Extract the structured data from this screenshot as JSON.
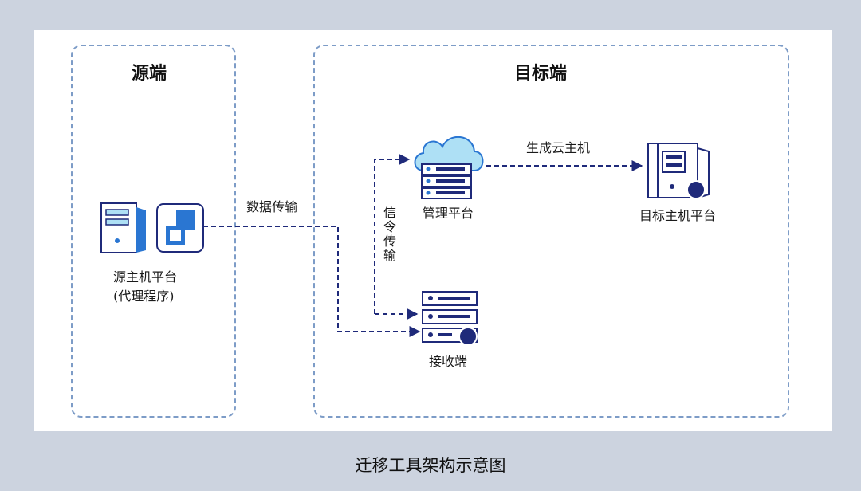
{
  "zones": {
    "source": {
      "title": "源端"
    },
    "target": {
      "title": "目标端"
    }
  },
  "nodes": {
    "source_host": {
      "label": "源主机平台",
      "sublabel": "(代理程序)",
      "icon": "server-tower-with-vm-icon"
    },
    "management": {
      "label": "管理平台",
      "icon": "cloud-server-stack-icon"
    },
    "receiver": {
      "label": "接收端",
      "icon": "server-rack-icon"
    },
    "target_host": {
      "label": "目标主机平台",
      "icon": "server-tower-icon"
    }
  },
  "edges": {
    "data_transfer": {
      "label": "数据传输"
    },
    "signaling": {
      "label": "信令传输"
    },
    "create_vm": {
      "label": "生成云主机"
    }
  },
  "caption": "迁移工具架构示意图",
  "colors": {
    "dark_navy": "#1f2a7a",
    "icon_blue": "#2a76d2",
    "light_blue": "#aee0f5",
    "dashed_border": "#7d9cc7",
    "background": "#ccd3df"
  }
}
